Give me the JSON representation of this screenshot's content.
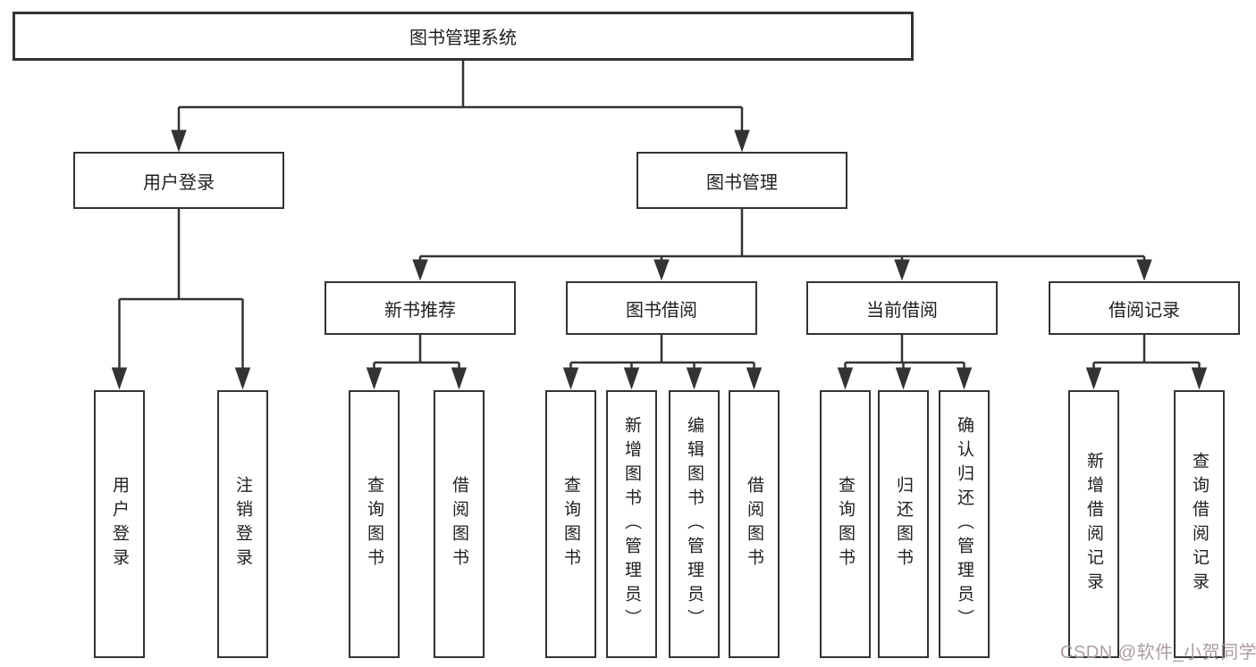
{
  "root_label": "图书管理系统",
  "level1": {
    "user_login": "用户登录",
    "book_mgmt": "图书管理"
  },
  "level2": [
    "新书推荐",
    "图书借阅",
    "当前借阅",
    "借阅记录"
  ],
  "leaves": {
    "user_login": [
      "用户登录",
      "注销登录"
    ],
    "new_book_rec": [
      "查询图书",
      "借阅图书"
    ],
    "book_borrow": [
      "查询图书",
      "新增图书（管理员）",
      "编辑图书（管理员）",
      "借阅图书"
    ],
    "current_borrow": [
      "查询图书",
      "归还图书",
      "确认归还（管理员）"
    ],
    "borrow_records": [
      "新增借阅记录",
      "查询借阅记录"
    ]
  },
  "watermark": {
    "text": "CSDN @软件_小贺同学"
  },
  "colors": {
    "line": "#333333",
    "border": "#333333",
    "text": "#1f1f1f",
    "watermark": "#ab9e9e",
    "background": "#ffffff"
  }
}
